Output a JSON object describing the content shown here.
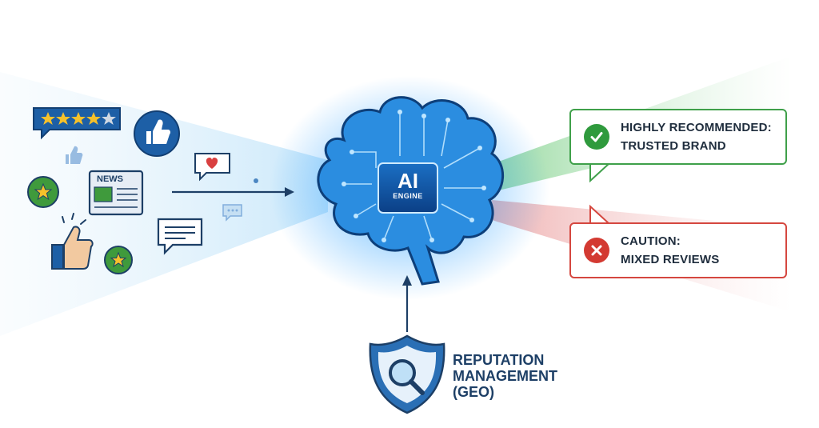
{
  "brain": {
    "title": "AI",
    "subtitle": "ENGINE"
  },
  "newspaper": {
    "label": "NEWS"
  },
  "outcomes": {
    "positive": {
      "line1": "HIGHLY RECOMMENDED:",
      "line2": "TRUSTED BRAND",
      "color": "#3fa04a"
    },
    "negative": {
      "line1": "CAUTION:",
      "line2": "MIXED REVIEWS",
      "color": "#d5473f"
    }
  },
  "reputation": {
    "line1": "REPUTATION",
    "line2": "MANAGEMENT",
    "line3": "(GEO)"
  },
  "colors": {
    "brain_glow": "#2f9bff",
    "navy": "#1d3f66",
    "star_gold": "#f6c12b"
  },
  "input_icons": [
    "review-stars-icon",
    "thumbs-up-icon",
    "star-badge-icon",
    "newspaper-icon",
    "heart-bubble-icon",
    "chat-bubble-icon"
  ]
}
